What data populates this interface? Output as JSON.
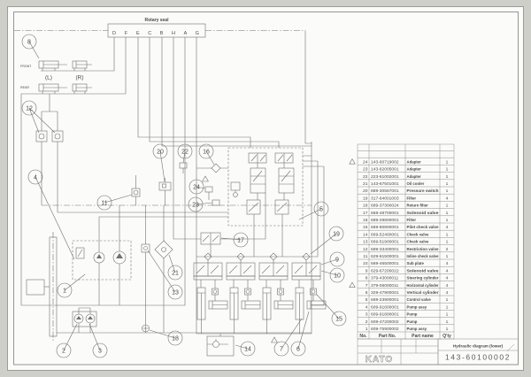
{
  "colors": {
    "line": "#707070",
    "text": "#4a4a4a",
    "sheet": "#fbfbf9",
    "page_bg": "#cfcfca"
  },
  "drawing": {
    "rotary_seal_label": "Rotary seal",
    "rotary_seal_ports": [
      "D",
      "F",
      "E",
      "C",
      "B",
      "H",
      "A",
      "G"
    ],
    "labels": {
      "front": "FRONT",
      "rear": "REAR",
      "left": "(L)",
      "right": "(R)"
    }
  },
  "callouts": [
    "8",
    "12",
    "4",
    "1",
    "2",
    "3",
    "18",
    "13",
    "21",
    "11",
    "20",
    "22",
    "16",
    "24",
    "23",
    "5",
    "17",
    "19",
    "9",
    "10",
    "15",
    "14",
    "7",
    "6"
  ],
  "parts_table": {
    "headers": {
      "no": "No.",
      "part_no": "Part No.",
      "part_name": "Part name",
      "qty": "Q'ty"
    },
    "rows": [
      {
        "no": "24",
        "part_no": "143-60719002",
        "part_name": "Adapter",
        "qty": "1",
        "rev": true
      },
      {
        "no": "23",
        "part_no": "143-62005001",
        "part_name": "Adapter",
        "qty": "1"
      },
      {
        "no": "22",
        "part_no": "223-61002001",
        "part_name": "Adapter",
        "qty": "1"
      },
      {
        "no": "21",
        "part_no": "143-67501001",
        "part_name": "Oil cooler",
        "qty": "1"
      },
      {
        "no": "20",
        "part_no": "889-30567001",
        "part_name": "Pressure switch",
        "qty": "1"
      },
      {
        "no": "19",
        "part_no": "317-64001003",
        "part_name": "Filter",
        "qty": "4"
      },
      {
        "no": "18",
        "part_no": "689-37300024",
        "part_name": "Return filter",
        "qty": "1"
      },
      {
        "no": "17",
        "part_no": "669-48700001",
        "part_name": "Solenoid valve",
        "qty": "1"
      },
      {
        "no": "16",
        "part_no": "689-29800001",
        "part_name": "Filter",
        "qty": "1"
      },
      {
        "no": "15",
        "part_no": "669-60800001",
        "part_name": "Pilot check valve",
        "qty": "4"
      },
      {
        "no": "14",
        "part_no": "669-52400001",
        "part_name": "Check valve",
        "qty": "1"
      },
      {
        "no": "13",
        "part_no": "669-51900001",
        "part_name": "Check valve",
        "qty": "1"
      },
      {
        "no": "12",
        "part_no": "689-33400001",
        "part_name": "Restriction valve",
        "qty": "2"
      },
      {
        "no": "11",
        "part_no": "629-61500001",
        "part_name": "Inline check valve",
        "qty": "1"
      },
      {
        "no": "10",
        "part_no": "669-46500001",
        "part_name": "Sub plate",
        "qty": "4"
      },
      {
        "no": "9",
        "part_no": "629-67200022",
        "part_name": "Solenoid valve",
        "qty": "4"
      },
      {
        "no": "8",
        "part_no": "379-43000011",
        "part_name": "Steering cylinder",
        "qty": "4"
      },
      {
        "no": "7",
        "part_no": "379-06000011",
        "part_name": "Horizontal cylinder",
        "qty": "4",
        "rev": true
      },
      {
        "no": "6",
        "part_no": "329-47900001",
        "part_name": "Vertical cylinder",
        "qty": "4"
      },
      {
        "no": "5",
        "part_no": "669-23900001",
        "part_name": "Control valve",
        "qty": "1"
      },
      {
        "no": "4",
        "part_no": "609-91600001",
        "part_name": "Pump assy",
        "qty": "1"
      },
      {
        "no": "3",
        "part_no": "609-91800001",
        "part_name": "Pump",
        "qty": "1"
      },
      {
        "no": "2",
        "part_no": "609-47200002",
        "part_name": "Pump",
        "qty": "1"
      },
      {
        "no": "1",
        "part_no": "609-75900002",
        "part_name": "Pump assy",
        "qty": "1"
      }
    ]
  },
  "title_block": {
    "logo": "KATO",
    "drawing_title": "Hydraulic diagram (lower)",
    "drawing_no": "143-60100002"
  }
}
